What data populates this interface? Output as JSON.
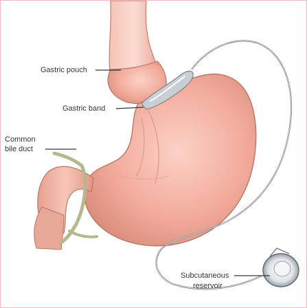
{
  "labels": {
    "gastric_pouch": "Gastric pouch",
    "gastric_band": "Gastric band",
    "common_bile_duct_line1": "Common",
    "common_bile_duct_line2": "bile duct",
    "subcutaneous_reservoir_line1": "Subcutaneous",
    "subcutaneous_reservoir_line2": "reservoir"
  },
  "colors": {
    "border": "#f2b7c0",
    "stomach_fill": "#f4b2a3",
    "stomach_outline": "#b97463",
    "band": "#c9ced3",
    "tube": "#7a7f86",
    "bile_duct": "#b5b88a",
    "leader_line": "#3a3436"
  }
}
